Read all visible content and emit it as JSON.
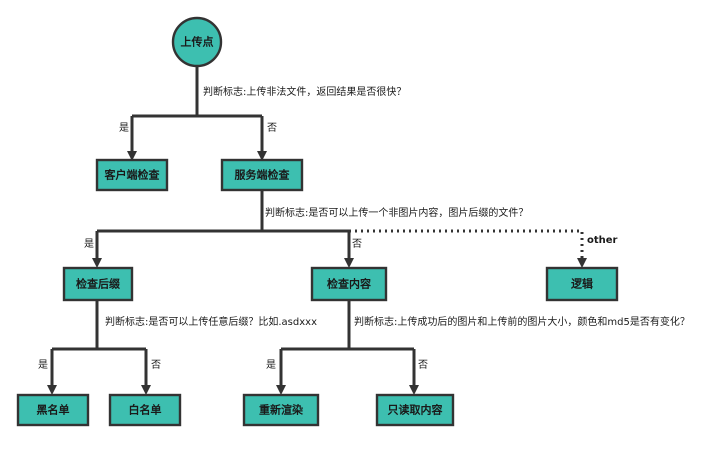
{
  "colors": {
    "node_fill": "#3dbfb0",
    "node_stroke": "#333333",
    "edge": "#333333"
  },
  "nodes": {
    "root": "上传点",
    "client_check": "客户端检查",
    "server_check": "服务端检查",
    "check_suffix": "检查后缀",
    "check_content": "检查内容",
    "logic": "逻辑",
    "blacklist": "黑名单",
    "whitelist": "白名单",
    "rerender": "重新渲染",
    "read_content": "只读取内容"
  },
  "questions": {
    "q1": "判断标志:上传非法文件，返回结果是否很快？",
    "q2": "判断标志:是否可以上传一个非图片内容，图片后缀的文件？",
    "q3": "判断标志:是否可以上传任意后缀？比如.asdxxx",
    "q4": "判断标志:上传成功后的图片和上传前的图片大小，颜色和md5是否有变化？"
  },
  "labels": {
    "yes": "是",
    "no": "否",
    "other": "other"
  }
}
